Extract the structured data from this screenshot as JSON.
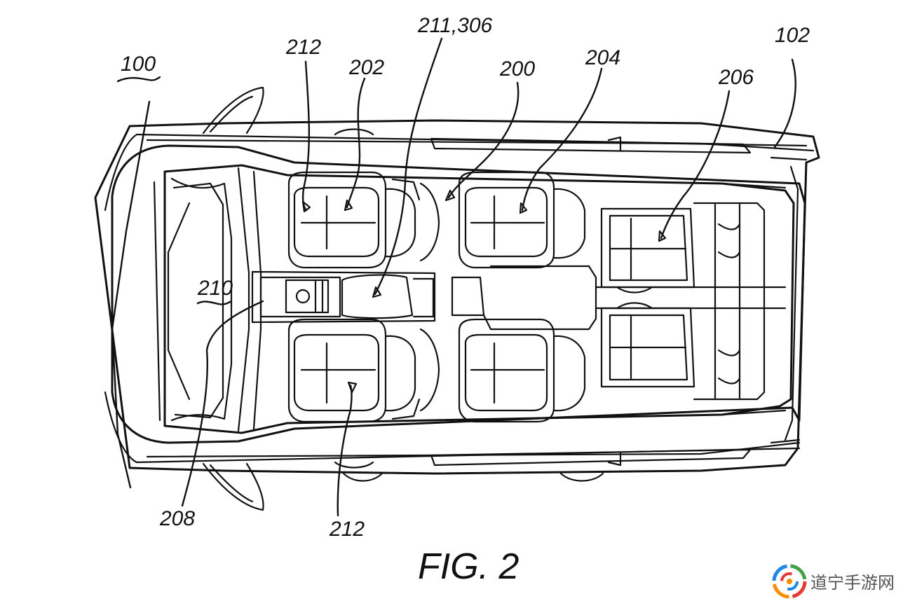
{
  "figure": {
    "caption": "FIG. 2",
    "refs": {
      "r100": "100",
      "r102": "102",
      "r200": "200",
      "r202": "202",
      "r204": "204",
      "r206": "206",
      "r208": "208",
      "r210": "210",
      "r211": "211,306",
      "r212_top": "212",
      "r212_bottom": "212"
    }
  },
  "watermark": {
    "text": "道宁手游网",
    "logo_icon": "swirl-logo-icon",
    "colors": [
      "#e53935",
      "#fb8c00",
      "#1e88e5",
      "#43a047"
    ]
  }
}
